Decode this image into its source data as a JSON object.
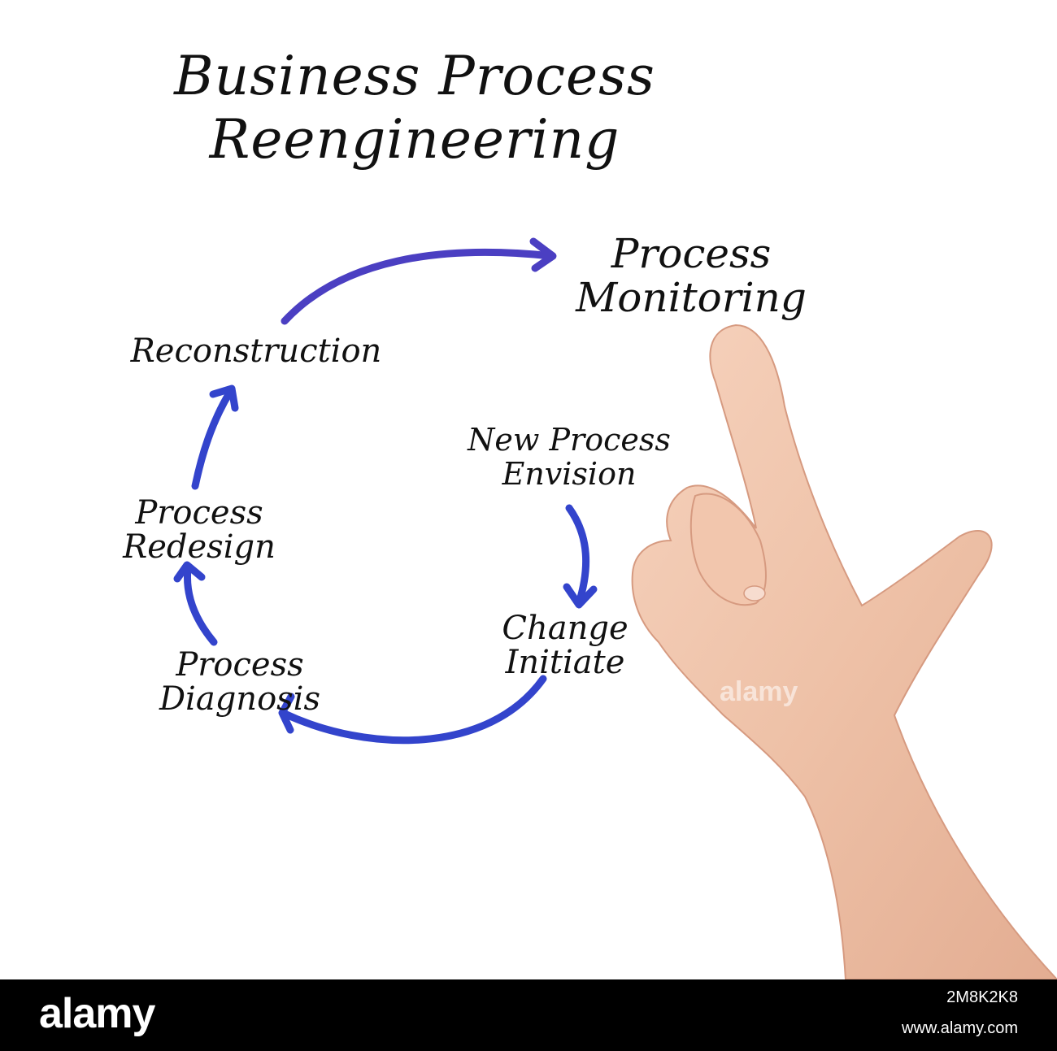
{
  "diagram": {
    "title_line1": "Business Process",
    "title_line2": "Reengineering",
    "steps": {
      "monitoring": [
        "Process",
        "Monitoring"
      ],
      "reconstruction": "Reconstruction",
      "envision": [
        "New Process",
        "Envision"
      ],
      "redesign": [
        "Process",
        "Redesign"
      ],
      "initiate": [
        "Change",
        "Initiate"
      ],
      "diagnosis": [
        "Process",
        "Diagnosis"
      ]
    },
    "arrow_color": "#3344cc",
    "top_arrow_color": "#4b3fc2"
  },
  "watermark": "alamy",
  "footer": {
    "brand": "alamy",
    "image_id": "2M8K2K8",
    "url": "www.alamy.com"
  }
}
